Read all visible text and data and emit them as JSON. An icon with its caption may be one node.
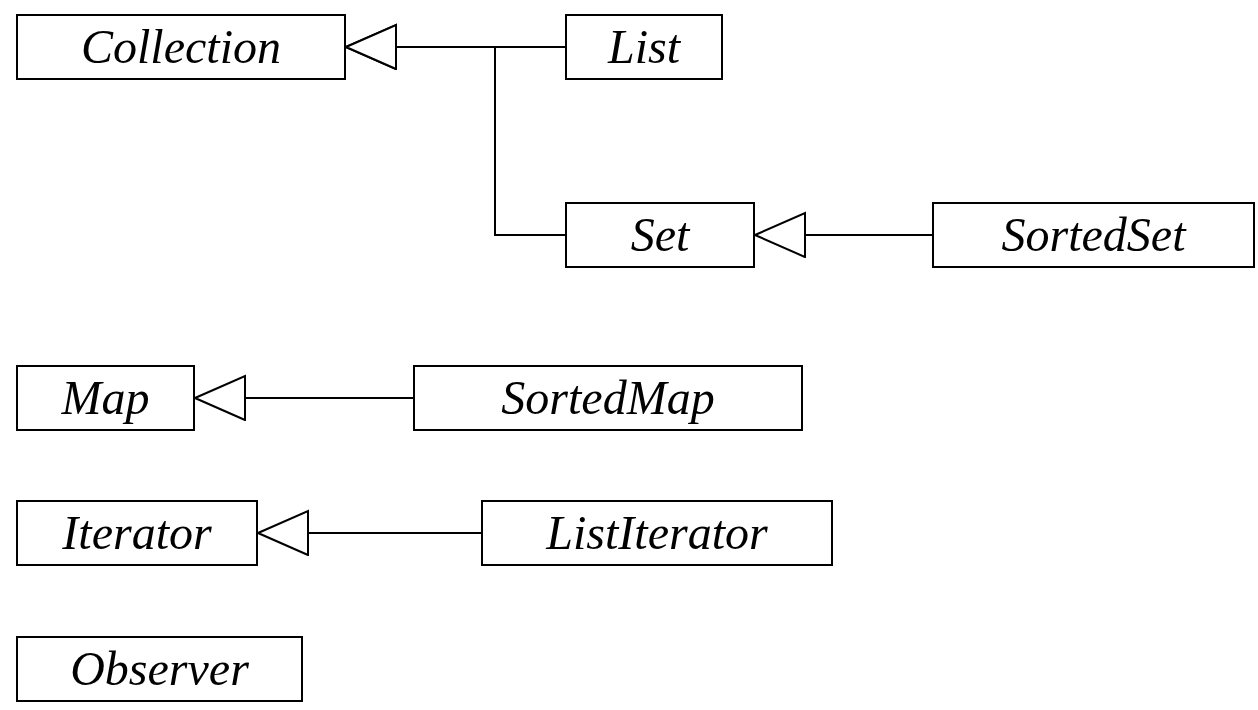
{
  "diagram": {
    "nodes": [
      {
        "text": [
          "Collection"
        ]
      },
      {
        "text": [
          "List"
        ]
      },
      {
        "text": [
          "Set"
        ]
      },
      {
        "text": [
          "SortedSet"
        ]
      },
      {
        "text": [
          "Map"
        ]
      },
      {
        "text": [
          "SortedMap"
        ]
      },
      {
        "text": [
          "Iterator"
        ]
      },
      {
        "text": [
          "ListIterator"
        ]
      },
      {
        "text": [
          "Observer"
        ]
      }
    ],
    "edges": [
      {
        "from": 1,
        "to": 0,
        "arrow": "to"
      },
      {
        "from": 2,
        "to": 0,
        "arrow": "to"
      },
      {
        "from": 3,
        "to": 2,
        "arrow": "to"
      },
      {
        "from": 5,
        "to": 4,
        "arrow": "to"
      },
      {
        "from": 7,
        "to": 6,
        "arrow": "to"
      }
    ]
  }
}
